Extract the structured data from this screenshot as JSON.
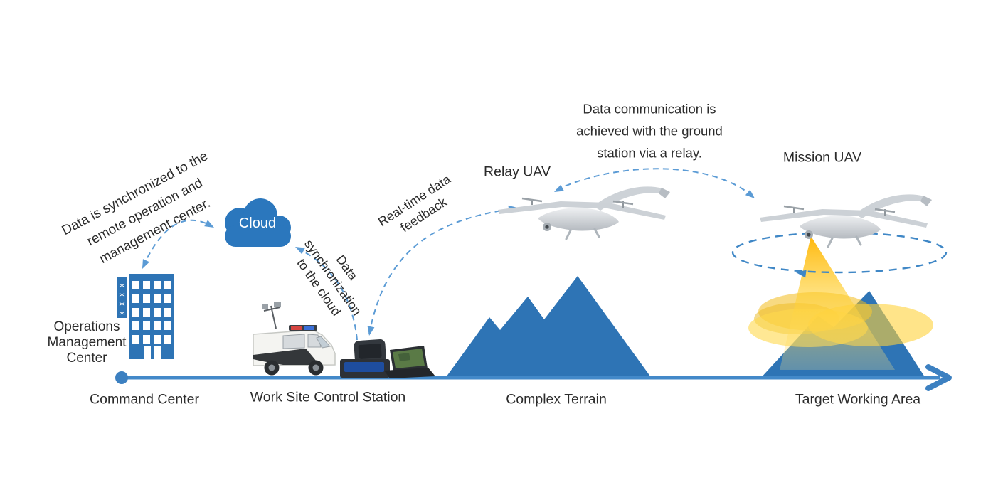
{
  "nodes": {
    "operations_management_center": {
      "label": "Operations\nManagement\nCenter"
    },
    "command_center": {
      "label": "Command Center"
    },
    "cloud": {
      "label": "Cloud"
    },
    "work_site_control_station": {
      "label": "Work Site Control Station"
    },
    "complex_terrain": {
      "label": "Complex Terrain"
    },
    "relay_uav": {
      "label": "Relay UAV"
    },
    "mission_uav": {
      "label": "Mission UAV"
    },
    "target_working_area": {
      "label": "Target Working Area"
    }
  },
  "annotations": {
    "sync_to_center": {
      "text": "Data is synchronized to the\nremote operation and\nmanagement center."
    },
    "sync_to_cloud": {
      "text": "Data\nsynchronization\nto the cloud"
    },
    "realtime_feedback": {
      "text": "Real-time data\nfeedback"
    },
    "relay_communication": {
      "text": "Data communication is\nachieved with the ground\nstation via a relay."
    }
  },
  "colors": {
    "solid_blue": "#2e74b5",
    "cloud_blue": "#2b77bd",
    "axis_blue": "#3f85c5",
    "arrow_blue": "#5b9bd5",
    "beam_yellow": "#ffb400",
    "footprint_yellow": "#ffd23a",
    "text_dark": "#2b2b2b"
  }
}
